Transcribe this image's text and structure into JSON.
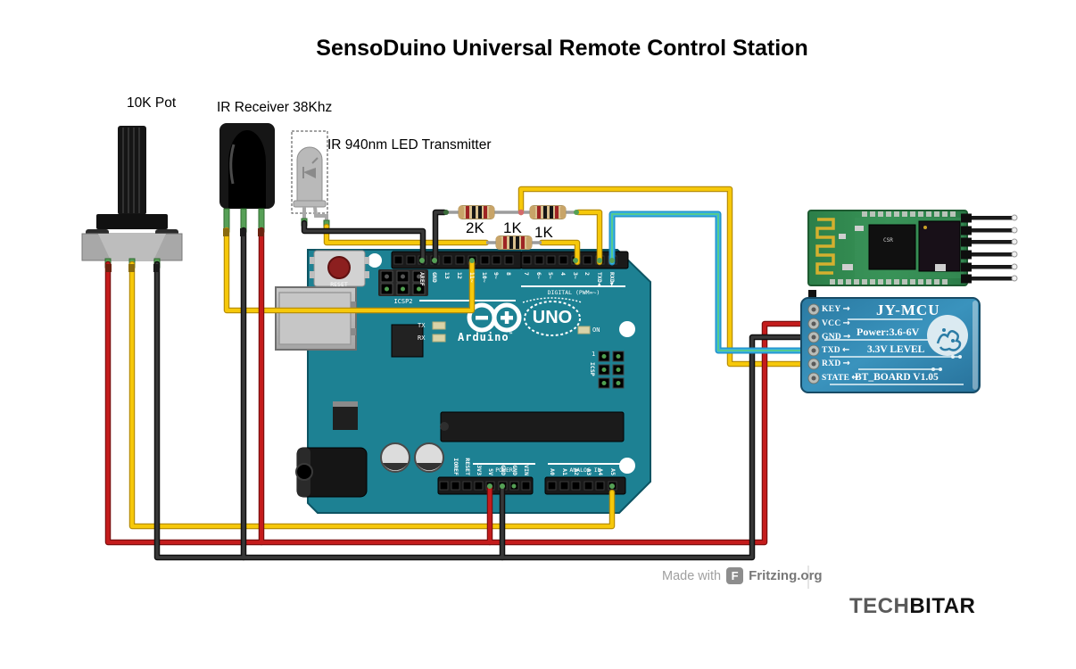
{
  "title": "SensoDuino Universal Remote Control Station",
  "component_labels": {
    "pot": "10K Pot",
    "ir_receiver": "IR Receiver 38Khz",
    "ir_led": "IR 940nm LED Transmitter",
    "r_2k": "2K",
    "r_1k_a": "1K",
    "r_1k_b": "1K"
  },
  "arduino": {
    "reset_label": "RESET",
    "icsp2_label": "ICSP2",
    "icsp_label": "ICSP",
    "icsp_pin1": "1",
    "digital_caption": "DIGITAL (PWM=~)",
    "tx_label": "TX",
    "rx_label": "RX",
    "on_label": "ON",
    "logo_text": "Arduino",
    "logo_tm": "™",
    "model": "UNO",
    "digital_left": [
      "AREF",
      "GND",
      "13",
      "12",
      "11~",
      "10~",
      "9~",
      "8"
    ],
    "digital_right": [
      "7",
      "6~",
      "5~",
      "4",
      "3~",
      "2",
      "TXD◀",
      "RXD▶"
    ],
    "power_caption": "POWER",
    "power_pins": [
      "IOREF",
      "RESET",
      "3V3",
      "5V",
      "GND",
      "GND",
      "VIN"
    ],
    "analog_caption": "ANALOG IN",
    "analog_pins": [
      "A0",
      "A1",
      "A2",
      "A3",
      "A4",
      "A5"
    ]
  },
  "bt_module": {
    "chip_label": "CSR"
  },
  "jymcu": {
    "title": "JY-MCU",
    "power_text": "Power:3.6-6V",
    "level_text": "3.3V LEVEL",
    "board_text": "BT_BOARD  V1.05",
    "pins": [
      {
        "label": "KEY",
        "arrow": "→"
      },
      {
        "label": "VCC",
        "arrow": "→"
      },
      {
        "label": "GND",
        "arrow": "→"
      },
      {
        "label": "TXD",
        "arrow": "←"
      },
      {
        "label": "RXD",
        "arrow": "→"
      },
      {
        "label": "STATE",
        "arrow": "←"
      }
    ]
  },
  "footer": {
    "made_with": "Made with",
    "fritzing_icon_letter": "F",
    "fritzing": "Fritzing.org",
    "brand_gray": "TECH",
    "brand_black": "BITAR"
  },
  "colors": {
    "wire_yellow": "#f6c80a",
    "wire_red": "#c41c1c",
    "wire_black": "#383838",
    "wire_aqua_outer": "#2ba3d8",
    "wire_aqua_inner": "#55c98f",
    "board_teal": "#1d8193",
    "bt_pcb_green": "#2f8b52",
    "jymcu_pcb_blue": "#2c7da6"
  }
}
